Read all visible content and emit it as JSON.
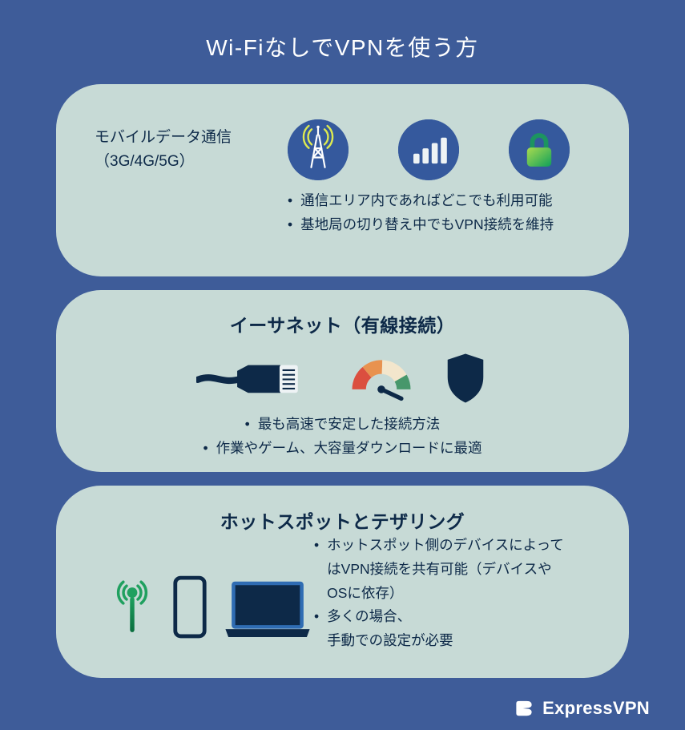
{
  "page": {
    "title": "Wi-FiなしでVPNを使う方"
  },
  "cards": {
    "mobile": {
      "label": "モバイルデータ通信\n（3G/4G/5G）",
      "icons": [
        "radio-tower-icon",
        "signal-bars-icon",
        "padlock-icon"
      ],
      "bullets": [
        "通信エリア内であればどこでも利用可能",
        "基地局の切り替え中でもVPN接続を維持"
      ]
    },
    "ethernet": {
      "title": "イーサネット（有線接続）",
      "icons": [
        "ethernet-cable-icon",
        "speedometer-icon",
        "shield-icon"
      ],
      "bullets": [
        "最も高速で安定した接続方法",
        "作業やゲーム、大容量ダウンロードに最適"
      ]
    },
    "hotspot": {
      "title": "ホットスポットとテザリング",
      "icons": [
        "hotspot-antenna-icon",
        "smartphone-icon",
        "laptop-icon"
      ],
      "bullets": [
        "ホットスポット側のデバイスによってはVPN接続を共有可能（デバイスやOSに依存）",
        "多くの場合、\n手動での設定が必要"
      ]
    }
  },
  "footer": {
    "brand": "ExpressVPN"
  },
  "colors": {
    "background": "#3E5C99",
    "card": "#C7DAD6",
    "icon_circle": "#35599D",
    "dark_navy": "#0D2948",
    "accent_green": "#12A05C",
    "accent_lime": "#A9DB4F",
    "accent_yellow": "#DEEA50",
    "laptop_blue": "#2F6CB3",
    "gauge_red": "#DB4F3F",
    "gauge_orange": "#E8924F",
    "gauge_cream": "#F3E6CC",
    "gauge_green": "#47976B"
  }
}
